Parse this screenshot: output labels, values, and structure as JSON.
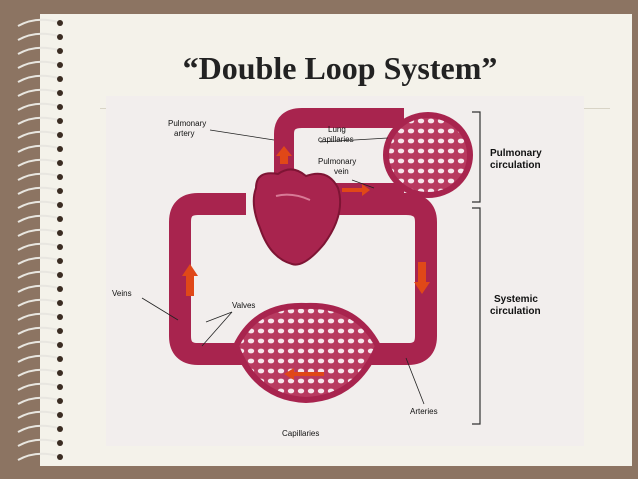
{
  "slide": {
    "title": "“Double Loop System”"
  },
  "diagram": {
    "labels": {
      "pulmonary_artery_line1": "Pulmonary",
      "pulmonary_artery_line2": "artery",
      "lung_capillaries_line1": "Lung",
      "lung_capillaries_line2": "capillaries",
      "pulmonary_vein_line1": "Pulmonary",
      "pulmonary_vein_line2": "vein",
      "veins": "Veins",
      "valves": "Valves",
      "arteries": "Arteries",
      "capillaries": "Capillaries"
    },
    "brackets": {
      "pulmonary_line1": "Pulmonary",
      "pulmonary_line2": "circulation",
      "systemic_line1": "Systemic",
      "systemic_line2": "circulation"
    },
    "colors": {
      "vessel": "#a8244e",
      "vessel_light": "#cc5a7a",
      "arrow": "#e04818",
      "background": "#8c7462",
      "paper": "#f4f2ea"
    }
  }
}
